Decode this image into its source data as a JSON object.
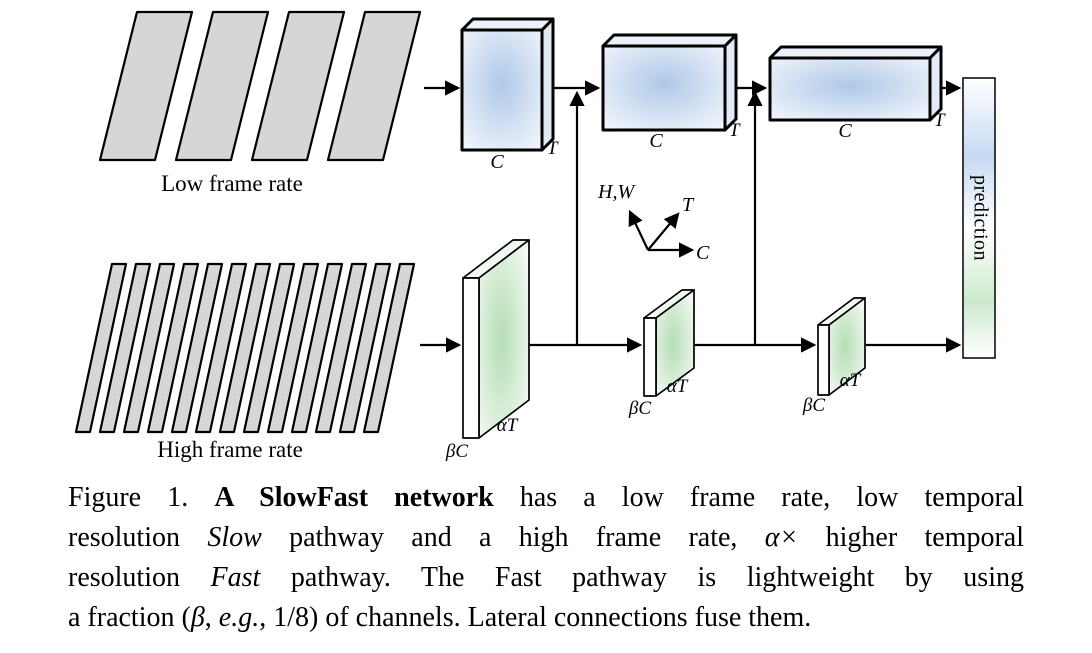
{
  "diagram": {
    "slow": {
      "frames_label": "Low frame rate",
      "blocks": [
        {
          "channels": "C",
          "time": "T"
        },
        {
          "channels": "C",
          "time": "T"
        },
        {
          "channels": "C",
          "time": "T"
        }
      ]
    },
    "fast": {
      "frames_label": "High frame rate",
      "blocks": [
        {
          "channels": "βC",
          "time": "αT"
        },
        {
          "channels": "βC",
          "time": "αT"
        },
        {
          "channels": "βC",
          "time": "αT"
        }
      ]
    },
    "axes": {
      "spatial": "H,W",
      "temporal": "T",
      "channel": "C"
    },
    "prediction_label": "prediction"
  },
  "colors": {
    "frame_fill": "#d6d6d6",
    "slow_center": "#afc8e8",
    "fast_center": "#b5ddb5",
    "pred_blue": "#c7daf2",
    "pred_green": "#cde9cd"
  },
  "caption": {
    "line1": [
      {
        "text": "Figure 1. ",
        "style": "normal"
      },
      {
        "text": "A SlowFast network",
        "style": "bold"
      },
      {
        "text": " has a low frame rate, low temporal",
        "style": "normal"
      }
    ],
    "line2": [
      {
        "text": "resolution ",
        "style": "normal"
      },
      {
        "text": "Slow",
        "style": "italic"
      },
      {
        "text": " pathway and a high frame rate, ",
        "style": "normal"
      },
      {
        "text": "α×",
        "style": "italic"
      },
      {
        "text": " higher temporal",
        "style": "normal"
      }
    ],
    "line3": [
      {
        "text": "resolution ",
        "style": "normal"
      },
      {
        "text": "Fast",
        "style": "italic"
      },
      {
        "text": " pathway. The Fast pathway is lightweight by using",
        "style": "normal"
      }
    ],
    "line4": [
      {
        "text": "a fraction (",
        "style": "normal"
      },
      {
        "text": "β",
        "style": "italic"
      },
      {
        "text": ", ",
        "style": "normal"
      },
      {
        "text": "e.g.",
        "style": "italic"
      },
      {
        "text": ", 1/8) of channels. Lateral connections fuse them.",
        "style": "normal"
      }
    ]
  }
}
